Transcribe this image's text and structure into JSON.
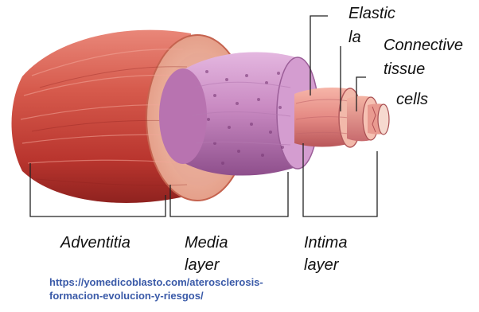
{
  "labels": {
    "elastic_line1": "Elastic",
    "elastic_line2": "la",
    "connective_line1": "Connective",
    "connective_line2": "tissue",
    "cells": "cells",
    "adventitia": "Adventitia",
    "media_line1": "Media",
    "media_line2": "layer",
    "intima_line1": "Intima",
    "intima_line2": "layer"
  },
  "source": {
    "line1": "https://yomedicoblasto.com/aterosclerosis-",
    "line2": "formacion-evolucion-y-riesgos/"
  },
  "colors": {
    "adventitia": "#c8453c",
    "adventitia_face": "#f0b9a6",
    "media": "#c98ac2",
    "intima": "#e58a84",
    "lumen": "#f6d9cf"
  }
}
